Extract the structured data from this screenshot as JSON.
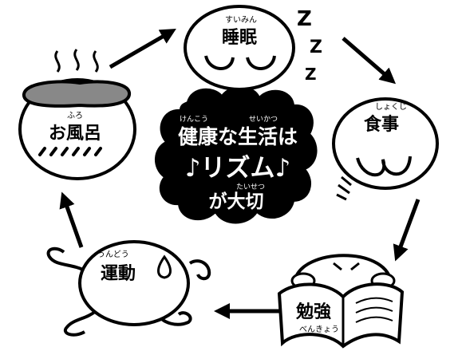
{
  "center": {
    "line1_furigana_a": "けんこう",
    "line1_furigana_b": "せいかつ",
    "line1": "健康な生活は",
    "line2": "♪リズム♪",
    "line3_furigana": "たいせつ",
    "line3": "が大切"
  },
  "nodes": {
    "sleep": {
      "label": "睡眠",
      "furigana": "すいみん",
      "zzz": "Z"
    },
    "meal": {
      "label": "食事",
      "furigana": "しょくじ"
    },
    "study": {
      "label": "勉強",
      "furigana": "べんきょう"
    },
    "exercise": {
      "label": "運動",
      "furigana": "うんどう"
    },
    "bath": {
      "label": "お風呂",
      "furigana": "ふろ"
    }
  }
}
